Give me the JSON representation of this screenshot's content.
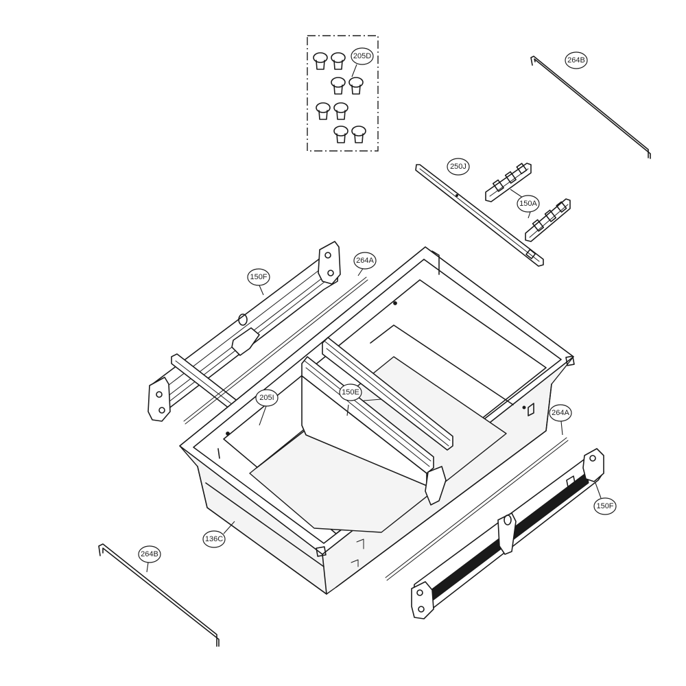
{
  "callouts": {
    "c205D": "205D",
    "c264B_top": "264B",
    "c250J": "250J",
    "c150A": "150A",
    "c264A_left": "264A",
    "c150F_left": "150F",
    "c205I": "205I",
    "c150E": "150E",
    "c264A_right": "264A",
    "c150F_right": "150F",
    "c136C": "136C",
    "c264B_bottom": "264B"
  }
}
